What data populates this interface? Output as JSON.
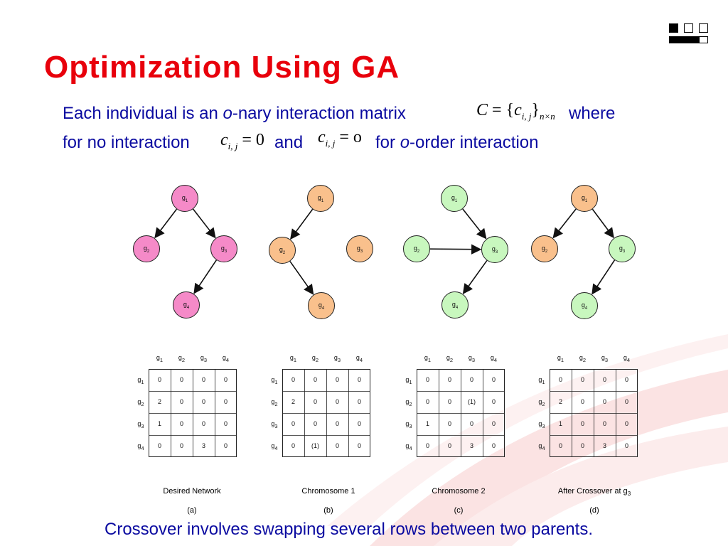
{
  "slide": {
    "title": "Optimization Using GA",
    "line1": {
      "pre": "Each individual is an ",
      "italic": "o",
      "post": "-nary interaction matrix ",
      "end": " where"
    },
    "line2": {
      "pre": "for no interaction ",
      "mid": " and ",
      "post": " for ",
      "italic": "o",
      "end": "-order interaction"
    },
    "formula_matrix": {
      "lhs": "C",
      "eq": " = {",
      "var": "c",
      "sub": "i, j",
      "close": "}",
      "size": "n×n"
    },
    "formula_zero": {
      "var": "c",
      "sub": "i, j",
      "rhs": " = 0"
    },
    "formula_o": {
      "var": "c",
      "sub": "i, j",
      "rhs": " = o"
    },
    "footer": "Crossover involves swapping several rows between two parents."
  },
  "colors": {
    "title": "#e8000b",
    "text": "#0a0aa0",
    "pink": "#f58ac8",
    "orange": "#f9c08c",
    "green": "#c8f7be"
  },
  "networks": [
    {
      "caption": "Desired Network",
      "letter": "(a)",
      "nodes": [
        {
          "id": 1,
          "label": "g",
          "sub": "1",
          "color": "pink"
        },
        {
          "id": 2,
          "label": "g",
          "sub": "2",
          "color": "pink"
        },
        {
          "id": 3,
          "label": "g",
          "sub": "3",
          "color": "pink"
        },
        {
          "id": 4,
          "label": "g",
          "sub": "4",
          "color": "pink"
        }
      ],
      "edges": [
        [
          1,
          2
        ],
        [
          1,
          3
        ],
        [
          3,
          4
        ]
      ],
      "matrix": [
        [
          "0",
          "0",
          "0",
          "0"
        ],
        [
          "2",
          "0",
          "0",
          "0"
        ],
        [
          "1",
          "0",
          "0",
          "0"
        ],
        [
          "0",
          "0",
          "3",
          "0"
        ]
      ]
    },
    {
      "caption": "Chromosome 1",
      "letter": "(b)",
      "nodes": [
        {
          "id": 1,
          "label": "g",
          "sub": "1",
          "color": "orange"
        },
        {
          "id": 2,
          "label": "g",
          "sub": "2",
          "color": "orange"
        },
        {
          "id": 3,
          "label": "g",
          "sub": "3",
          "color": "orange"
        },
        {
          "id": 4,
          "label": "g",
          "sub": "4",
          "color": "orange"
        }
      ],
      "edges": [
        [
          1,
          2
        ],
        [
          2,
          4
        ]
      ],
      "matrix": [
        [
          "0",
          "0",
          "0",
          "0"
        ],
        [
          "2",
          "0",
          "0",
          "0"
        ],
        [
          "0",
          "0",
          "0",
          "0"
        ],
        [
          "0",
          "(1)",
          "0",
          "0"
        ]
      ]
    },
    {
      "caption": "Chromosome 2",
      "letter": "(c)",
      "nodes": [
        {
          "id": 1,
          "label": "g",
          "sub": "1",
          "color": "green"
        },
        {
          "id": 2,
          "label": "g",
          "sub": "2",
          "color": "green"
        },
        {
          "id": 3,
          "label": "g",
          "sub": "3",
          "color": "green"
        },
        {
          "id": 4,
          "label": "g",
          "sub": "4",
          "color": "green"
        }
      ],
      "edges": [
        [
          1,
          3
        ],
        [
          2,
          3
        ],
        [
          3,
          4
        ]
      ],
      "matrix": [
        [
          "0",
          "0",
          "0",
          "0"
        ],
        [
          "0",
          "0",
          "(1)",
          "0"
        ],
        [
          "1",
          "0",
          "0",
          "0"
        ],
        [
          "0",
          "0",
          "3",
          "0"
        ]
      ]
    },
    {
      "caption": "After Crossover at g",
      "caption_sub": "3",
      "letter": "(d)",
      "nodes": [
        {
          "id": 1,
          "label": "g",
          "sub": "1",
          "color": "orange"
        },
        {
          "id": 2,
          "label": "g",
          "sub": "2",
          "color": "orange"
        },
        {
          "id": 3,
          "label": "g",
          "sub": "3",
          "color": "green"
        },
        {
          "id": 4,
          "label": "g",
          "sub": "4",
          "color": "green"
        }
      ],
      "edges": [
        [
          1,
          2
        ],
        [
          1,
          3
        ],
        [
          3,
          4
        ]
      ],
      "matrix": [
        [
          "0",
          "0",
          "0",
          "0"
        ],
        [
          "2",
          "0",
          "0",
          "0"
        ],
        [
          "1",
          "0",
          "0",
          "0"
        ],
        [
          "0",
          "0",
          "3",
          "0"
        ]
      ]
    }
  ],
  "matrix_headers": {
    "cols": [
      {
        "label": "g",
        "sub": "1"
      },
      {
        "label": "g",
        "sub": "2"
      },
      {
        "label": "g",
        "sub": "3"
      },
      {
        "label": "g",
        "sub": "4"
      }
    ],
    "rows": [
      {
        "label": "g",
        "sub": "1"
      },
      {
        "label": "g",
        "sub": "2"
      },
      {
        "label": "g",
        "sub": "3"
      },
      {
        "label": "g",
        "sub": "4"
      }
    ]
  }
}
